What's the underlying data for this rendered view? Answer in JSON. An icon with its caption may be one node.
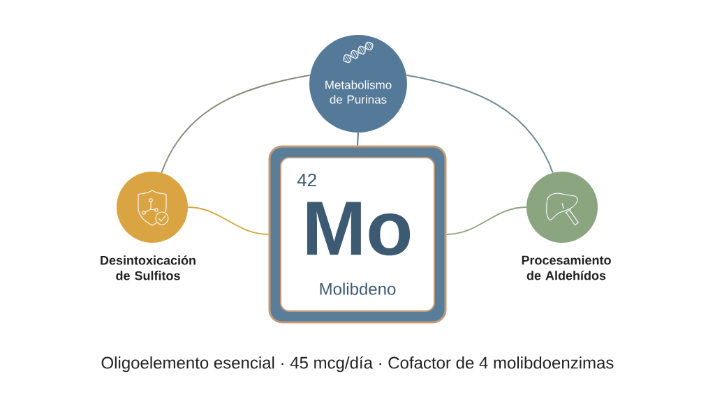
{
  "diagram": {
    "caption": "Oligoelemento esencial · 45 mcg/día · Cofactor de 4 molibdoenzimas",
    "nodes": [
      {
        "text": [
          "Metabolismo de Purinas"
        ]
      },
      {
        "text": [
          "42",
          "Mo",
          "Molibdeno"
        ]
      },
      {
        "text": [],
        "shape": "circle",
        "beside": [
          "Desintoxicación de Sulfitos"
        ]
      },
      {
        "text": [],
        "shape": "circle",
        "beside": [
          "Procesamiento de Aldehídos"
        ]
      }
    ],
    "edges": [
      {
        "from": 1,
        "to": 0,
        "arrow": "none",
        "color": "#557a99"
      },
      {
        "from": 1,
        "to": 2,
        "arrow": "none",
        "color": "#d9a441"
      },
      {
        "from": 1,
        "to": 3,
        "arrow": "none",
        "color": "#8aa57f"
      },
      {
        "from": 0,
        "to": 2,
        "arrow": "none",
        "color": "#8a8f7a"
      },
      {
        "from": 0,
        "to": 3,
        "arrow": "none",
        "color": "#6f8a96"
      }
    ]
  }
}
